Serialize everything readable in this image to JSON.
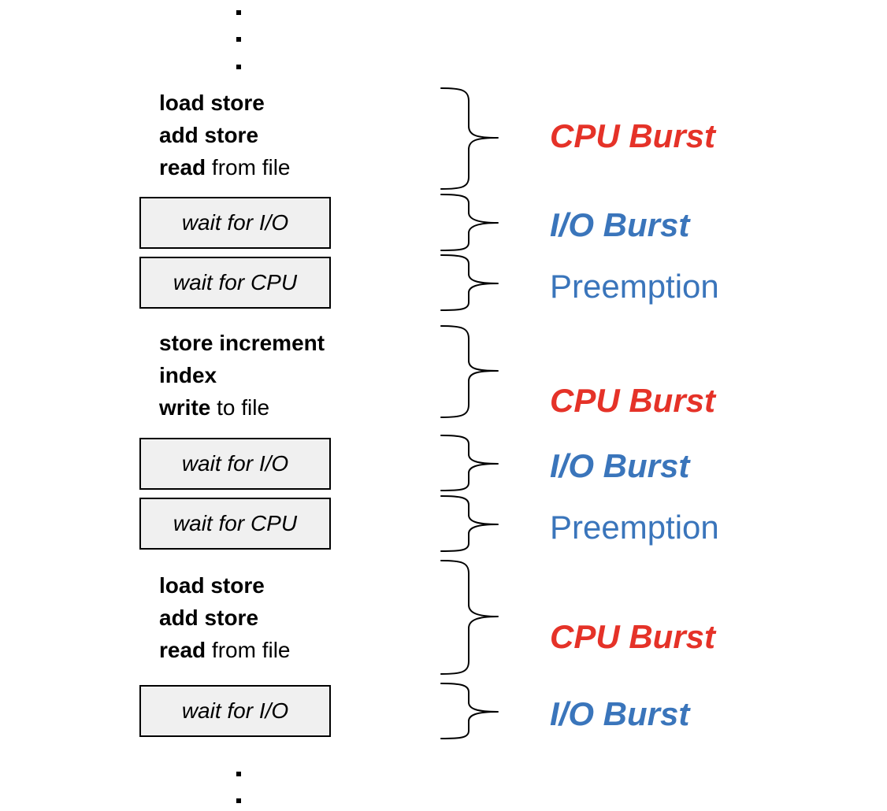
{
  "blocks": [
    {
      "kind": "code",
      "lines": [
        {
          "bold": "load store",
          "rest": ""
        },
        {
          "bold": "add store",
          "rest": ""
        },
        {
          "bold": "read",
          "rest": " from file"
        }
      ],
      "label": "CPU Burst",
      "label_kind": "cpu"
    },
    {
      "kind": "box",
      "text": "wait for I/O",
      "label": "I/O Burst",
      "label_kind": "io"
    },
    {
      "kind": "box",
      "text": "wait for CPU",
      "label": "Preemption",
      "label_kind": "pre"
    },
    {
      "kind": "code",
      "lines": [
        {
          "bold": "store increment",
          "rest": ""
        },
        {
          "bold": "index",
          "rest": ""
        },
        {
          "bold": "write",
          "rest": " to file"
        }
      ],
      "label": "CPU Burst",
      "label_kind": "cpu"
    },
    {
      "kind": "box",
      "text": "wait for I/O",
      "label": "I/O Burst",
      "label_kind": "io"
    },
    {
      "kind": "box",
      "text": "wait for CPU",
      "label": "Preemption",
      "label_kind": "pre"
    },
    {
      "kind": "code",
      "lines": [
        {
          "bold": "load store",
          "rest": ""
        },
        {
          "bold": "add store",
          "rest": ""
        },
        {
          "bold": "read",
          "rest": " from file"
        }
      ],
      "label": "CPU Burst",
      "label_kind": "cpu"
    },
    {
      "kind": "box",
      "text": "wait for I/O",
      "label": "I/O Burst",
      "label_kind": "io"
    }
  ],
  "colors": {
    "cpu": "#e53228",
    "io": "#3a75bb",
    "box_fill": "#f0f0f0"
  }
}
